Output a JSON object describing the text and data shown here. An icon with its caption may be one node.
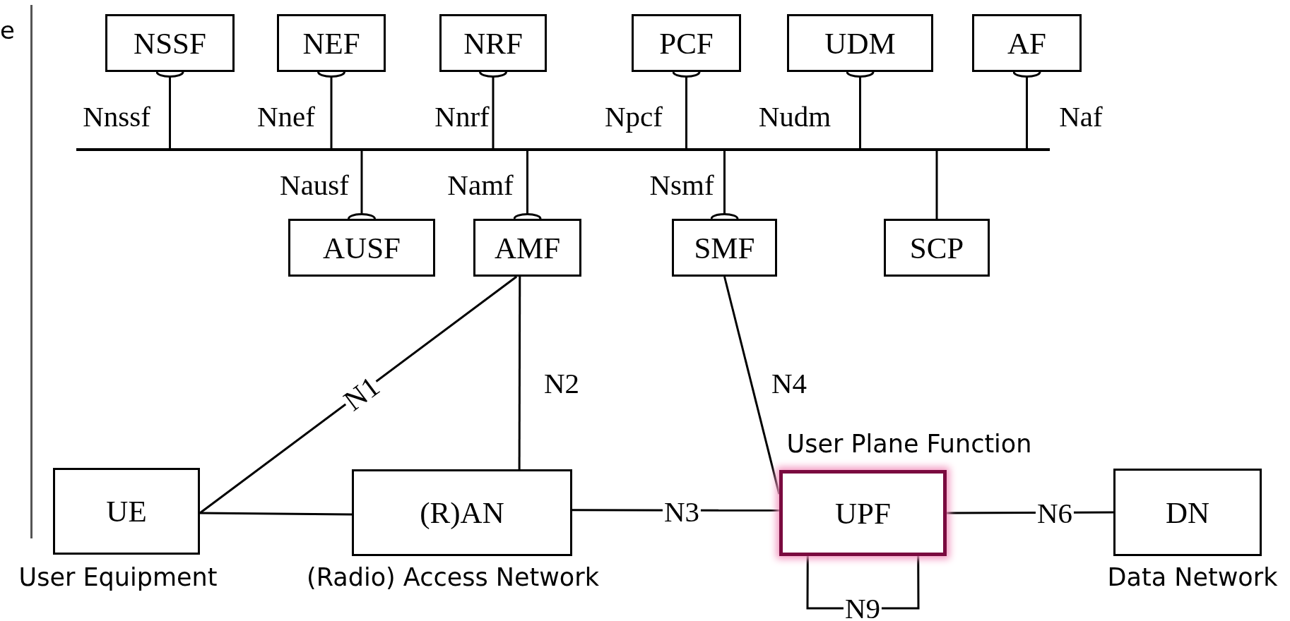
{
  "diagram": {
    "nodes": [
      {
        "text": [
          "NSSF"
        ]
      },
      {
        "text": [
          "NEF"
        ]
      },
      {
        "text": [
          "NRF"
        ]
      },
      {
        "text": [
          "PCF"
        ]
      },
      {
        "text": [
          "UDM"
        ]
      },
      {
        "text": [
          "AF"
        ]
      },
      {
        "text": [],
        "shape": "bar"
      },
      {
        "text": [
          "AUSF"
        ]
      },
      {
        "text": [
          "AMF"
        ]
      },
      {
        "text": [
          "SMF"
        ]
      },
      {
        "text": [
          "SCP"
        ]
      },
      {
        "text": [
          "UE"
        ],
        "beside": [
          "User Equipment"
        ]
      },
      {
        "text": [
          "(R)AN"
        ],
        "beside": [
          "(Radio) Access Network"
        ]
      },
      {
        "text": [
          "UPF"
        ],
        "beside": [
          "User Plane Function"
        ]
      },
      {
        "text": [
          "DN"
        ],
        "beside": [
          "Data Network"
        ]
      }
    ],
    "edges": [
      {
        "from": 0,
        "to": 6,
        "arrow": "other",
        "label": "Nnssf"
      },
      {
        "from": 1,
        "to": 6,
        "arrow": "other",
        "label": "Nnef"
      },
      {
        "from": 2,
        "to": 6,
        "arrow": "other",
        "label": "Nnrf"
      },
      {
        "from": 3,
        "to": 6,
        "arrow": "other",
        "label": "Npcf"
      },
      {
        "from": 4,
        "to": 6,
        "arrow": "other",
        "label": "Nudm"
      },
      {
        "from": 5,
        "to": 6,
        "arrow": "other",
        "label": "Naf"
      },
      {
        "from": 7,
        "to": 6,
        "arrow": "other",
        "label": "Nausf"
      },
      {
        "from": 8,
        "to": 6,
        "arrow": "other",
        "label": "Namf"
      },
      {
        "from": 9,
        "to": 6,
        "arrow": "other",
        "label": "Nsmf"
      },
      {
        "from": 10,
        "to": 6,
        "arrow": "none"
      },
      {
        "from": 8,
        "to": 11,
        "arrow": "none",
        "label": "N1"
      },
      {
        "from": 8,
        "to": 12,
        "arrow": "none",
        "label": "N2"
      },
      {
        "from": 9,
        "to": 13,
        "arrow": "none",
        "label": "N4"
      },
      {
        "from": 11,
        "to": 12,
        "arrow": "none"
      },
      {
        "from": 12,
        "to": 13,
        "arrow": "none",
        "label": "N3"
      },
      {
        "from": 13,
        "to": 14,
        "arrow": "none",
        "label": "N6"
      },
      {
        "from": 13,
        "to": 13,
        "arrow": "none",
        "label": "N9"
      }
    ],
    "labels": [
      "e"
    ]
  }
}
